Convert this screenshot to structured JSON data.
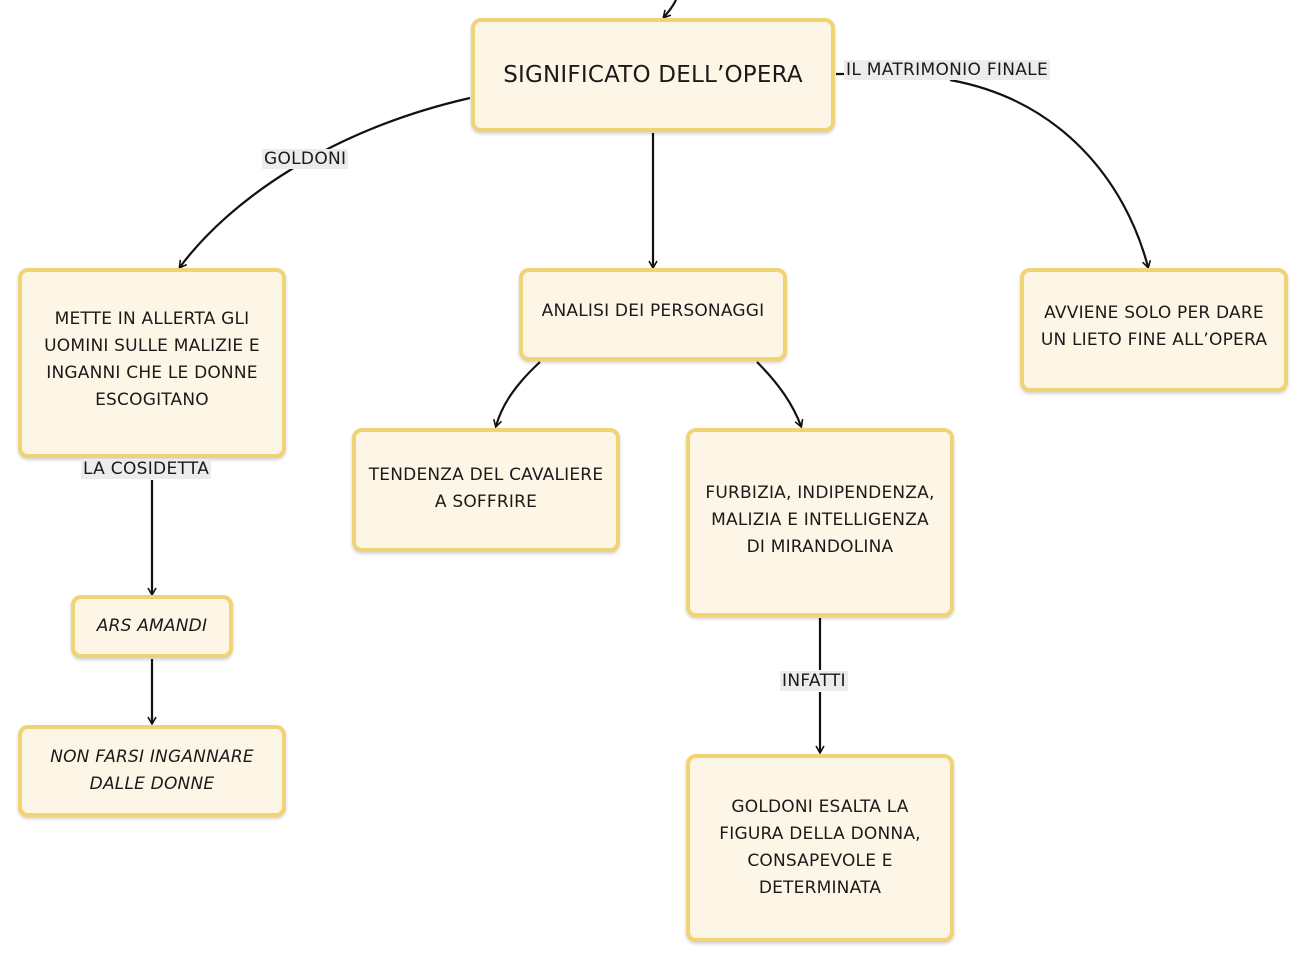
{
  "nodes": {
    "significato": "SIGNIFICATO DELL’OPERA",
    "mette": "METTE IN ALLERTA GLI\nUOMINI SULLE MALIZIE E\nINGANNI CHE LE DONNE\nESCOGITANO",
    "analisi": "ANALISI DEI PERSONAGGI",
    "avviene": "AVVIENE SOLO PER DARE\nUN LIETO FINE ALL’OPERA",
    "tendenza": "TENDENZA DEL CAVALIERE\nA SOFFRIRE",
    "furbizia": "FURBIZIA, INDIPENDENZA,\nMALIZIA E INTELLIGENZA\nDI MIRANDOLINA",
    "ars": "ARS AMANDI",
    "nonfarsi": "NON FARSI INGANNARE\nDALLE DONNE",
    "goldoni_esalta": "GOLDONI ESALTA LA\nFIGURA DELLA DONNA,\nCONSAPEVOLE E\nDETERMINATA"
  },
  "edge_labels": {
    "goldoni": "GOLDONI",
    "matrimonio": "IL MATRIMONIO FINALE",
    "cosidetta": "LA  COSIDETTA",
    "infatti": "INFATTI"
  },
  "colors": {
    "node_fill": "#fdf6e6",
    "node_border": "#f0d374",
    "edge": "#111111",
    "label_bg": "#ececec"
  }
}
